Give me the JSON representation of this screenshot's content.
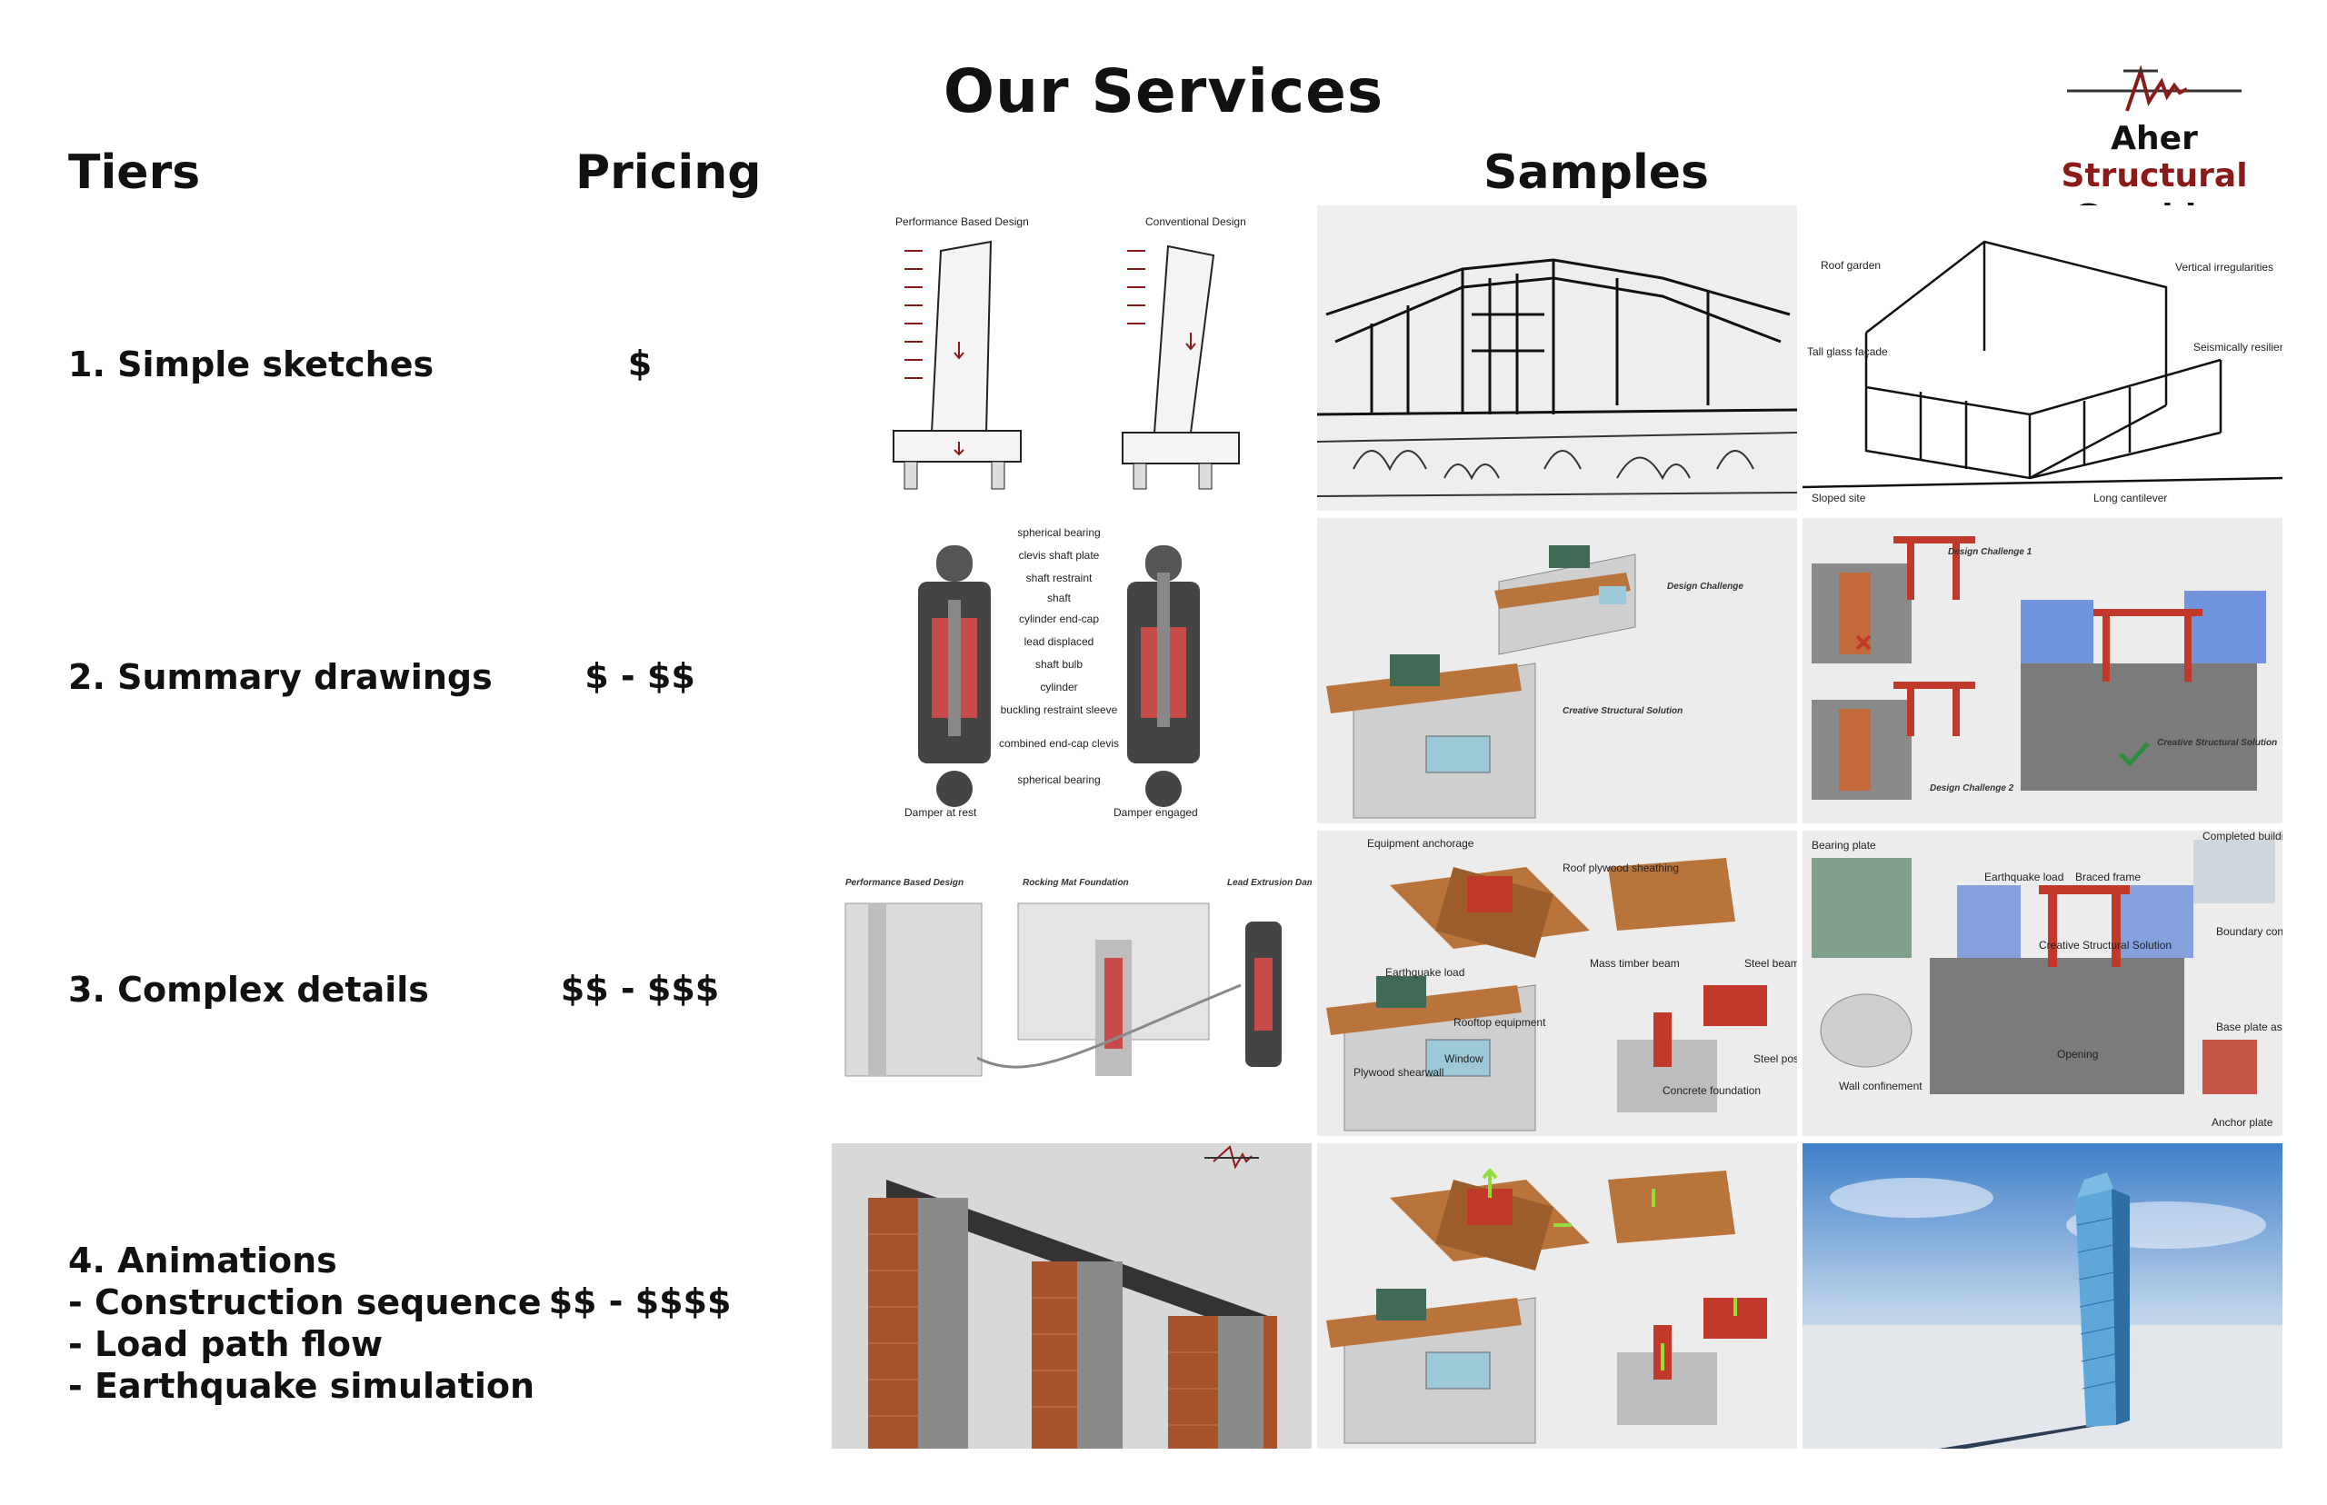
{
  "title": "Our Services",
  "headers": {
    "tiers": "Tiers",
    "pricing": "Pricing",
    "samples": "Samples"
  },
  "logo": {
    "name_part1": "Aher",
    "name_part2": "Structural",
    "name_line2": "Graphics",
    "brand_color": "#8b1a1a"
  },
  "tiers": [
    {
      "label": "1. Simple sketches",
      "price": "$"
    },
    {
      "label": "2. Summary drawings",
      "price": "$ - $$"
    },
    {
      "label": "3. Complex details",
      "price": "$$ - $$$"
    },
    {
      "label": "4. Animations",
      "sub": [
        "- Construction sequence",
        "- Load path flow",
        "- Earthquake simulation"
      ],
      "price": "$$ - $$$$"
    }
  ],
  "samples": {
    "s1a": {
      "left": "Performance Based Design",
      "right": "Conventional Design"
    },
    "s1c": {
      "roof": "Roof garden",
      "vert": "Vertical irregularities",
      "glass": "Tall glass façade",
      "seis": "Seismically resilient",
      "slope": "Sloped site",
      "cant": "Long cantilever"
    },
    "s2a": {
      "labels": [
        "spherical bearing",
        "clevis shaft plate",
        "shaft restraint",
        "shaft",
        "cylinder end-cap",
        "lead displaced",
        "shaft bulb",
        "cylinder",
        "buckling restraint sleeve",
        "combined end-cap clevis",
        "spherical bearing"
      ],
      "rest": "Damper at rest",
      "engaged": "Damper engaged"
    },
    "s2b": {
      "challenge": "Design Challenge",
      "solution": "Creative Structural Solution"
    },
    "s2c": {
      "challenge": "Design Challenge 1",
      "challenge2": "Design Challenge 2",
      "solution": "Creative Structural Solution"
    },
    "s3a": {
      "t1": "Performance Based Design",
      "t2": "Rocking Mat Foundation",
      "t3": "Lead Extrusion Damper"
    },
    "s3b": {
      "anchorage": "Equipment anchorage",
      "roof": "Roof plywood sheathing",
      "timber": "Mass timber beam",
      "eq": "Earthquake load",
      "rooftop": "Rooftop equipment",
      "steelbeam": "Steel beam",
      "plywood": "Plywood shearwall",
      "window": "Window",
      "post": "Steel post",
      "concrete": "Concrete foundation"
    },
    "s3c": {
      "bearing": "Bearing plate",
      "completed": "Completed building",
      "braced": "Braced frame",
      "eq": "Earthquake load",
      "boundary": "Boundary confinement",
      "wall": "Wall confinement",
      "base": "Base plate assembly",
      "anchor": "Anchor plate",
      "solution": "Creative Structural Solution",
      "opening": "Opening"
    }
  }
}
